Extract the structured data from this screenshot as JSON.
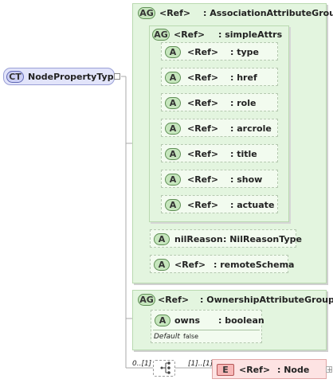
{
  "root": {
    "badge": "CT",
    "name": "NodePropertyType"
  },
  "association_group": {
    "badge": "AG",
    "ref": "<Ref>",
    "name": ": AssociationAttributeGroup",
    "simple_attrs": {
      "badge": "AG",
      "ref": "<Ref>",
      "name": ": simpleAttrs",
      "items": [
        {
          "badge": "A",
          "ref": "<Ref>",
          "name": ": type"
        },
        {
          "badge": "A",
          "ref": "<Ref>",
          "name": ": href"
        },
        {
          "badge": "A",
          "ref": "<Ref>",
          "name": ": role"
        },
        {
          "badge": "A",
          "ref": "<Ref>",
          "name": ": arcrole"
        },
        {
          "badge": "A",
          "ref": "<Ref>",
          "name": ": title"
        },
        {
          "badge": "A",
          "ref": "<Ref>",
          "name": ": show"
        },
        {
          "badge": "A",
          "ref": "<Ref>",
          "name": ": actuate"
        }
      ]
    },
    "nil_reason": {
      "badge": "A",
      "name": "nilReason",
      "type": ": NilReasonType"
    },
    "remote_schema": {
      "badge": "A",
      "ref": "<Ref>",
      "name": ": remoteSchema"
    }
  },
  "ownership_group": {
    "badge": "AG",
    "ref": "<Ref>",
    "name": ": OwnershipAttributeGroup",
    "owns": {
      "badge": "A",
      "name": "owns",
      "type": ": boolean",
      "default_label": "Default",
      "default_value": "false"
    }
  },
  "sequence": {
    "left_cardinality": "0..[1]",
    "right_cardinality": "[1]..[1]"
  },
  "element": {
    "badge": "E",
    "ref": "<Ref>",
    "name": ": Node"
  }
}
